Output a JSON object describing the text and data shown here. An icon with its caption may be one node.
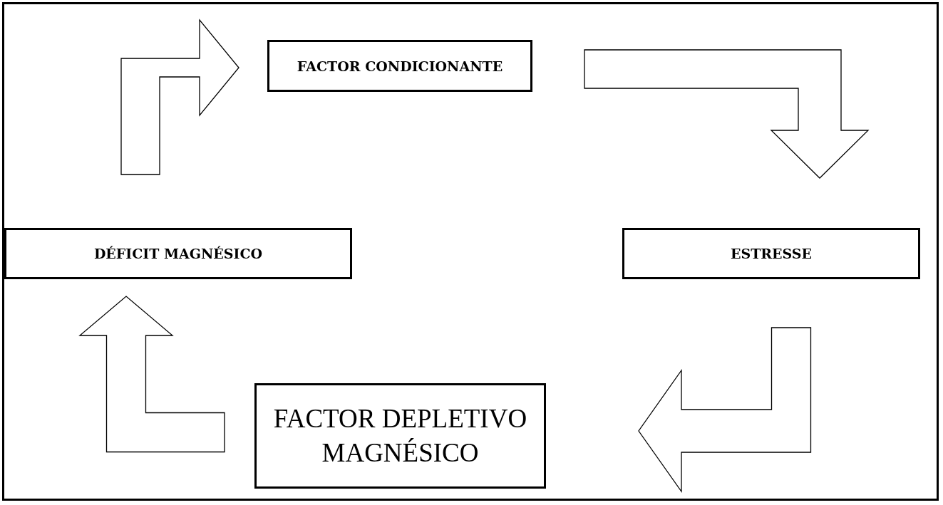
{
  "diagram": {
    "nodes": [
      {
        "text": [
          "FACTOR CONDICIONANTE"
        ]
      },
      {
        "text": [
          "ESTRESSE"
        ]
      },
      {
        "text": [
          "FACTOR DEPLETIVO MAGNÉSICO"
        ]
      },
      {
        "text": [
          "DÉFICIT MAGNÉSICO"
        ]
      }
    ],
    "edges": [
      {
        "from": 3,
        "to": 0,
        "arrow": "to"
      },
      {
        "from": 0,
        "to": 1,
        "arrow": "to"
      },
      {
        "from": 1,
        "to": 2,
        "arrow": "to"
      },
      {
        "from": 2,
        "to": 3,
        "arrow": "to"
      }
    ]
  }
}
